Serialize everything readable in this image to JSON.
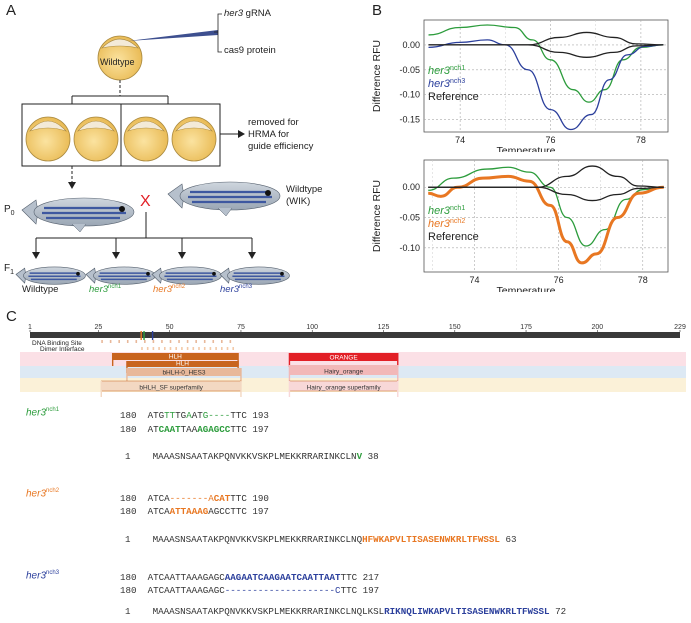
{
  "panel_a": {
    "letter": "A",
    "injection": {
      "gRNA_gene": "her3",
      "gRNA_suffix": " gRNA",
      "protein": "cas9 protein"
    },
    "embryo_label": "Wildtype",
    "removed_note": [
      "removed for",
      "HRMA for",
      "guide efficiency"
    ],
    "p0": {
      "base": "P",
      "sub": "0"
    },
    "wildtype_parent": [
      "Wildtype",
      "(WIK)"
    ],
    "cross_mark": "X",
    "f1": {
      "base": "F",
      "sub": "1"
    },
    "offspring": [
      {
        "gene": "Wildtype",
        "sup": "",
        "color": "#222222"
      },
      {
        "gene": "her3",
        "sup": "nch1",
        "color": "#2c9c3c"
      },
      {
        "gene": "her3",
        "sup": "nch2",
        "color": "#e87722"
      },
      {
        "gene": "her3",
        "sup": "nch3",
        "color": "#2b3f9c"
      }
    ]
  },
  "panel_b": {
    "letter": "B"
  },
  "chart_data": [
    {
      "type": "line",
      "xlabel": "Temperature",
      "ylabel": "Difference RFU",
      "xlim": [
        73.2,
        78.6
      ],
      "ylim": [
        -0.175,
        0.05
      ],
      "xticks": [
        "74",
        "76",
        "78"
      ],
      "yticks": [
        "0.00",
        "-0.05",
        "-0.10",
        "-0.15"
      ],
      "grid": true,
      "legend": [
        {
          "gene": "her3",
          "sup": "nch1",
          "color": "#2c9c3c"
        },
        {
          "gene": "her3",
          "sup": "nch3",
          "color": "#2b3f9c"
        },
        {
          "gene": "Reference",
          "sup": "",
          "color": "#222222"
        }
      ],
      "series": [
        {
          "color": "#2c9c3c",
          "points": [
            [
              73.3,
              0.02
            ],
            [
              74.0,
              0.035
            ],
            [
              74.6,
              0.04
            ],
            [
              75.2,
              0.035
            ],
            [
              75.6,
              0.01
            ],
            [
              76.0,
              -0.03
            ],
            [
              76.5,
              -0.09
            ],
            [
              76.85,
              -0.115
            ],
            [
              77.2,
              -0.09
            ],
            [
              77.6,
              -0.03
            ],
            [
              78.0,
              -0.005
            ],
            [
              78.5,
              0.0
            ]
          ]
        },
        {
          "color": "#2b3f9c",
          "points": [
            [
              73.3,
              -0.005
            ],
            [
              74.0,
              0.005
            ],
            [
              74.6,
              0.01
            ],
            [
              75.0,
              0.0
            ],
            [
              75.5,
              -0.05
            ],
            [
              76.0,
              -0.13
            ],
            [
              76.45,
              -0.17
            ],
            [
              76.9,
              -0.14
            ],
            [
              77.3,
              -0.07
            ],
            [
              77.7,
              -0.02
            ],
            [
              78.1,
              -0.003
            ],
            [
              78.5,
              0.0
            ]
          ]
        },
        {
          "color": "#222222",
          "points": [
            [
              73.3,
              0.0
            ],
            [
              74.5,
              0.0
            ],
            [
              75.5,
              0.0
            ],
            [
              76.2,
              0.015
            ],
            [
              76.8,
              0.025
            ],
            [
              77.4,
              0.015
            ],
            [
              77.9,
              0.002
            ],
            [
              78.5,
              0.0
            ]
          ]
        },
        {
          "color": "#222222",
          "points": [
            [
              73.3,
              0.0
            ],
            [
              74.5,
              0.0
            ],
            [
              75.5,
              0.0
            ],
            [
              76.2,
              -0.015
            ],
            [
              76.8,
              -0.025
            ],
            [
              77.4,
              -0.015
            ],
            [
              77.9,
              -0.002
            ],
            [
              78.5,
              0.0
            ]
          ]
        }
      ]
    },
    {
      "type": "line",
      "xlabel": "Temperature",
      "ylabel": "Difference RFU",
      "xlim": [
        72.8,
        78.6
      ],
      "ylim": [
        -0.14,
        0.045
      ],
      "xticks": [
        "74",
        "76",
        "78"
      ],
      "yticks": [
        "0.00",
        "-0.05",
        "-0.10"
      ],
      "grid": true,
      "legend": [
        {
          "gene": "her3",
          "sup": "nch1",
          "color": "#2c9c3c"
        },
        {
          "gene": "her3",
          "sup": "nch2",
          "color": "#e87722"
        },
        {
          "gene": "Reference",
          "sup": "",
          "color": "#222222"
        }
      ],
      "series": [
        {
          "color": "#2c9c3c",
          "points": [
            [
              72.9,
              -0.005
            ],
            [
              73.5,
              0.015
            ],
            [
              74.3,
              0.03
            ],
            [
              74.8,
              0.033
            ],
            [
              75.3,
              0.025
            ],
            [
              75.8,
              0.0
            ],
            [
              76.2,
              -0.05
            ],
            [
              76.65,
              -0.097
            ],
            [
              77.1,
              -0.07
            ],
            [
              77.6,
              -0.02
            ],
            [
              78.0,
              -0.004
            ],
            [
              78.5,
              0.0
            ]
          ]
        },
        {
          "color": "#e87722",
          "points": [
            [
              72.9,
              -0.01
            ],
            [
              73.2,
              -0.015
            ],
            [
              73.6,
              0.0
            ],
            [
              74.2,
              0.015
            ],
            [
              74.8,
              0.018
            ],
            [
              75.3,
              0.01
            ],
            [
              75.8,
              -0.03
            ],
            [
              76.2,
              -0.09
            ],
            [
              76.55,
              -0.125
            ],
            [
              76.9,
              -0.11
            ],
            [
              77.4,
              -0.05
            ],
            [
              77.9,
              -0.01
            ],
            [
              78.5,
              0.0
            ]
          ]
        },
        {
          "color": "#222222",
          "points": [
            [
              72.9,
              0.0
            ],
            [
              74.5,
              0.0
            ],
            [
              75.5,
              0.0
            ],
            [
              76.2,
              0.018
            ],
            [
              76.8,
              0.035
            ],
            [
              77.4,
              0.018
            ],
            [
              77.9,
              0.002
            ],
            [
              78.5,
              0.0
            ]
          ]
        },
        {
          "color": "#222222",
          "points": [
            [
              72.9,
              0.0
            ],
            [
              74.5,
              0.0
            ],
            [
              75.5,
              0.0
            ],
            [
              76.2,
              -0.012
            ],
            [
              76.8,
              -0.022
            ],
            [
              77.4,
              -0.012
            ],
            [
              77.9,
              -0.002
            ],
            [
              78.5,
              0.0
            ]
          ]
        }
      ]
    }
  ],
  "panel_c": {
    "letter": "C",
    "domain_map": {
      "length": 229,
      "ticks": [
        "1",
        "25",
        "50",
        "75",
        "100",
        "125",
        "150",
        "175",
        "200",
        "229"
      ],
      "tick_values": [
        1,
        25,
        50,
        75,
        100,
        125,
        150,
        175,
        200,
        229
      ],
      "site_labels": [
        "DNA Binding Site",
        "Dimer Interface"
      ],
      "domains": [
        {
          "label": "HLH",
          "start": 30,
          "end": 74,
          "color": "#c8641e"
        },
        {
          "label": "HLH",
          "start": 35,
          "end": 74,
          "color": "#c8641e"
        },
        {
          "label": "bHLH-0_HES3",
          "start": 35,
          "end": 75,
          "color": "#e8b89a"
        },
        {
          "label": "bHLH_SF superfamily",
          "start": 26,
          "end": 75,
          "color": "#f3d8c2"
        },
        {
          "label": "ORANGE",
          "start": 92,
          "end": 130,
          "color": "#e21f26"
        },
        {
          "label": "Hairy_orange",
          "start": 92,
          "end": 130,
          "color": "#f2b8b8"
        },
        {
          "label": "Hairy_orange superfamily",
          "start": 92,
          "end": 130,
          "color": "#f8d8d8"
        }
      ],
      "mutation_lines": [
        {
          "pos": 40,
          "color": "#e87722"
        },
        {
          "pos": 41,
          "color": "#2c9c3c"
        },
        {
          "pos": 44,
          "color": "#2b3f9c"
        }
      ]
    },
    "alleles": [
      {
        "gene": "her3",
        "sup": "nch1",
        "color": "#2c9c3c",
        "dna": [
          {
            "start": "180",
            "segs": [
              [
                "ATG",
                ""
              ],
              [
                "TT",
                "c"
              ],
              [
                "TG",
                ""
              ],
              [
                "A",
                "c"
              ],
              [
                "AT",
                ""
              ],
              [
                "G----",
                "c"
              ],
              [
                "TTC",
                ""
              ]
            ],
            "end": "193"
          },
          {
            "start": "180",
            "segs": [
              [
                "AT",
                ""
              ],
              [
                "CAAT",
                "cb"
              ],
              [
                "TAA",
                ""
              ],
              [
                "AGAGCC",
                "cb"
              ],
              [
                "TTC",
                ""
              ]
            ],
            "end": "197"
          }
        ],
        "protein": {
          "start": "1",
          "segs": [
            [
              "MAAASNSAATAKPQNVKKVSKPLMEKKRRARINKCLN",
              ""
            ],
            [
              "V",
              "cb"
            ]
          ],
          "end": "38"
        }
      },
      {
        "gene": "her3",
        "sup": "nch2",
        "color": "#e87722",
        "dna": [
          {
            "start": "180",
            "segs": [
              [
                "ATCA",
                ""
              ],
              [
                "-------A",
                "c"
              ],
              [
                "CAT",
                "cb"
              ],
              [
                "TTC",
                ""
              ]
            ],
            "end": "190"
          },
          {
            "start": "180",
            "segs": [
              [
                "ATCA",
                ""
              ],
              [
                "ATTAAAG",
                "cb"
              ],
              [
                "AGCC",
                ""
              ],
              [
                "TTC",
                ""
              ]
            ],
            "end": "197"
          }
        ],
        "protein": {
          "start": "1",
          "segs": [
            [
              "MAAASNSAATAKPQNVKKVSKPLMEKKRRARINKCLNQ",
              ""
            ],
            [
              "HFWKAPVLTISASENWKRLTFWSSL",
              "cb"
            ]
          ],
          "end": "63"
        }
      },
      {
        "gene": "her3",
        "sup": "nch3",
        "color": "#2b3f9c",
        "dna": [
          {
            "start": "180",
            "segs": [
              [
                "ATCAATTAAAGAGC",
                ""
              ],
              [
                "AAGAATCAAGAATCAATTAAT",
                "cb"
              ],
              [
                "TTC",
                ""
              ]
            ],
            "end": "217"
          },
          {
            "start": "180",
            "segs": [
              [
                "ATCAATTAAAGAGC",
                ""
              ],
              [
                "--------------------C",
                "c"
              ],
              [
                "TTC",
                ""
              ]
            ],
            "end": "197"
          }
        ],
        "protein": {
          "start": "1",
          "segs": [
            [
              "MAAASNSAATAKPQNVKKVSKPLMEKKRRARINKCLNQLKSL",
              ""
            ],
            [
              "RIKNQLIWKAPVLTISASENWKRLTFWSSL",
              "cb"
            ]
          ],
          "end": "72"
        }
      }
    ]
  }
}
